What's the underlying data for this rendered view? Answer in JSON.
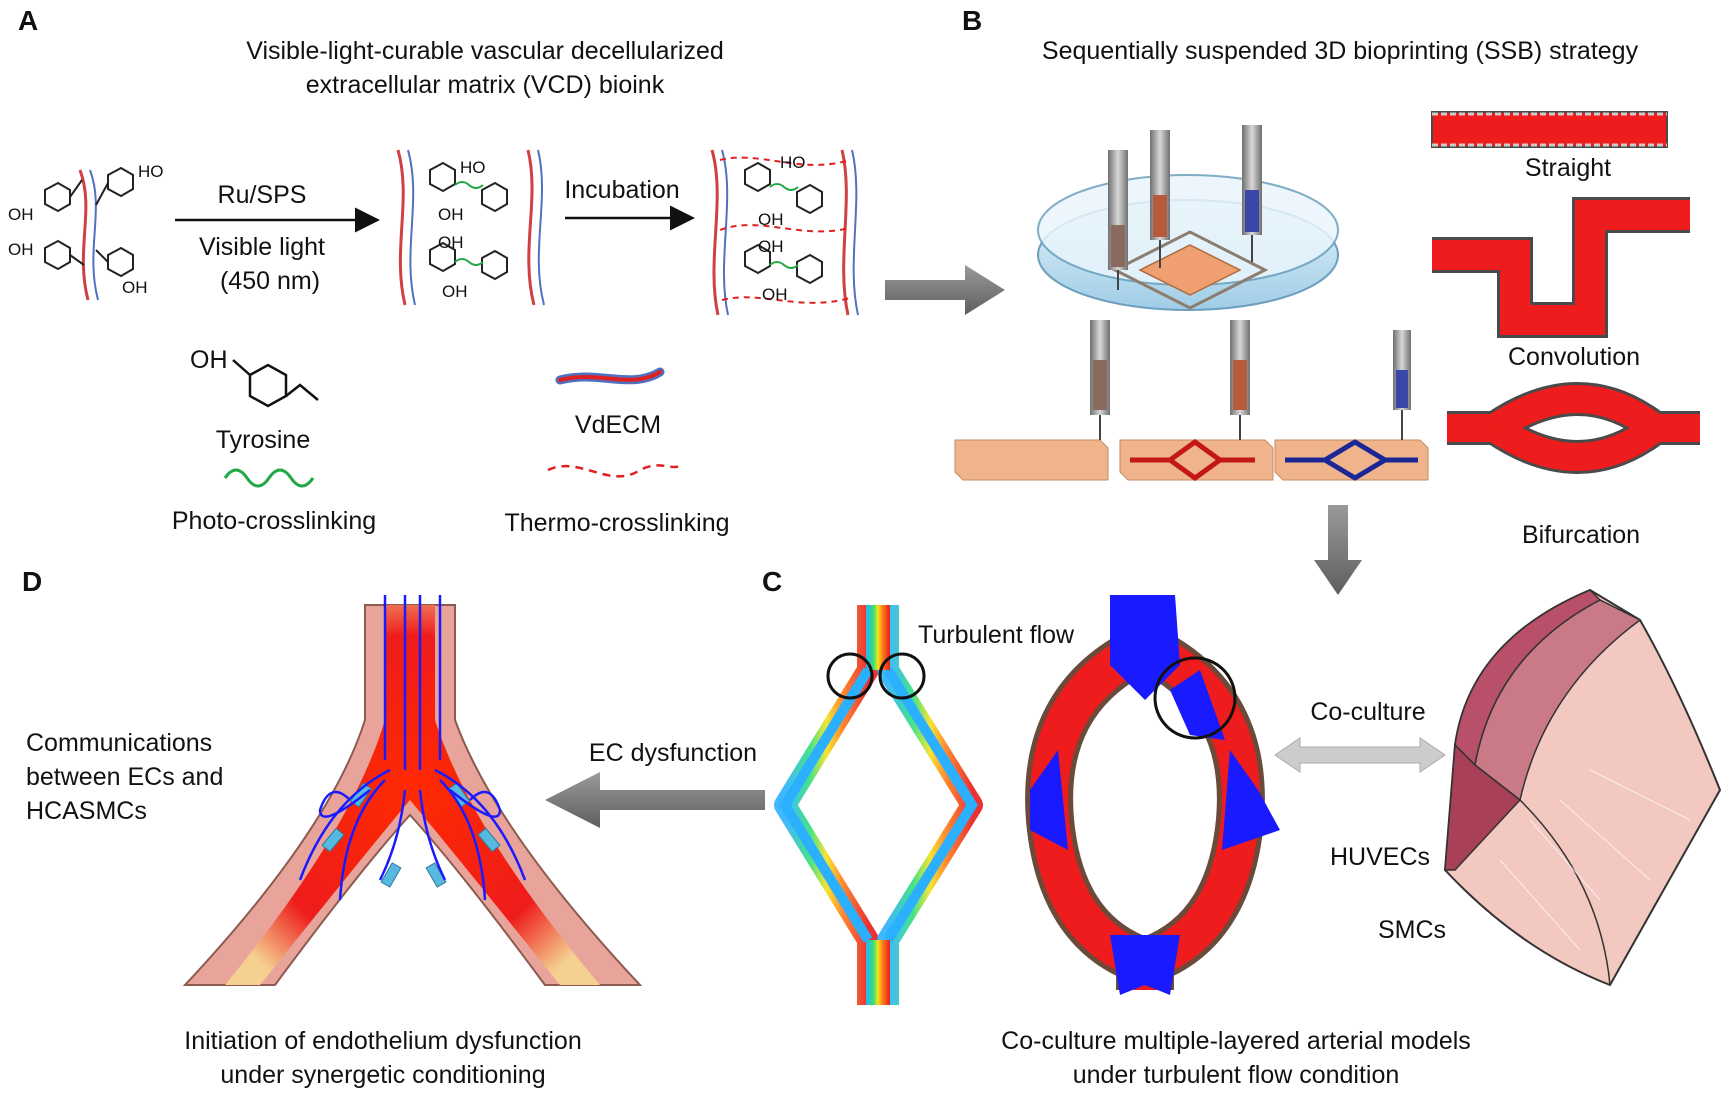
{
  "panels": {
    "a": {
      "letter": "A",
      "title_line1": "Visible-light-curable vascular decellularized",
      "title_line2": "extracellular matrix (VCD) bioink",
      "reaction1_line1": "Ru/SPS",
      "reaction1_line2": "Visible light",
      "reaction1_line3": "(450 nm)",
      "reaction2": "Incubation",
      "tyrosine_label": "Tyrosine",
      "tyrosine_oh": "OH",
      "vdecm_label": "VdECM",
      "photo_label": "Photo-crosslinking",
      "thermo_label": "Thermo-crosslinking",
      "chem_ho": "HO",
      "chem_oh": "OH"
    },
    "b": {
      "letter": "B",
      "title": "Sequentially suspended 3D bioprinting (SSB) strategy",
      "straight": "Straight",
      "convolution": "Convolution",
      "bifurcation": "Bifurcation"
    },
    "c": {
      "letter": "C",
      "turbulent": "Turbulent flow",
      "coculture": "Co-culture",
      "huvecs": "HUVECs",
      "smcs": "SMCs",
      "caption_line1": "Co-culture multiple-layered arterial models",
      "caption_line2": "under turbulent flow condition"
    },
    "d": {
      "letter": "D",
      "comm_line1": "Communications",
      "comm_line2": "between ECs and",
      "comm_line3": "HCASMCs",
      "ec_dysfunction": "EC dysfunction",
      "caption_line1": "Initiation of endothelium dysfunction",
      "caption_line2": "under synergetic conditioning"
    }
  },
  "colors": {
    "vessel_red": "#ee1c1c",
    "flow_blue": "#1a1aff",
    "arrow_gray": "#7a7a7a",
    "platform": "#f0b48c",
    "photo_green": "#22a845",
    "thermo_red": "#e02020",
    "tissue_pink": "#b8506a",
    "tissue_light": "#f2c8c0"
  }
}
